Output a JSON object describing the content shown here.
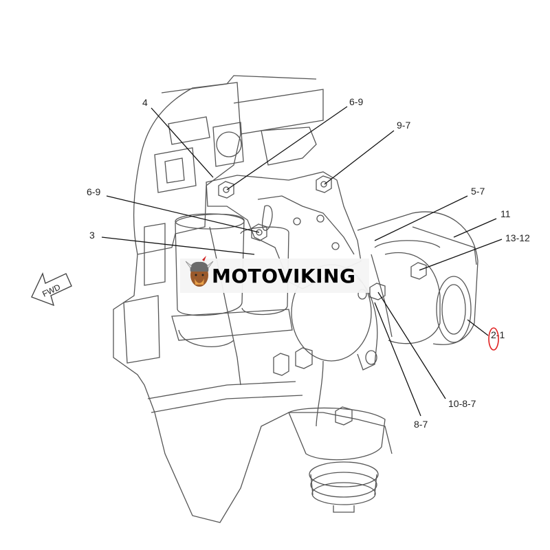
{
  "diagram": {
    "direction_label": "FWD",
    "watermark": "MOTOVIKING",
    "callouts": {
      "c4": "4",
      "c6_9_top": "6-9",
      "c9_7": "9-7",
      "c6_9_left": "6-9",
      "c3": "3",
      "c5_7": "5-7",
      "c11": "11",
      "c13_12": "13-12",
      "c2_1": "2-1",
      "c10_8_7": "10-8-7",
      "c8_7": "8-7"
    },
    "highlight_color": "#e02020"
  }
}
